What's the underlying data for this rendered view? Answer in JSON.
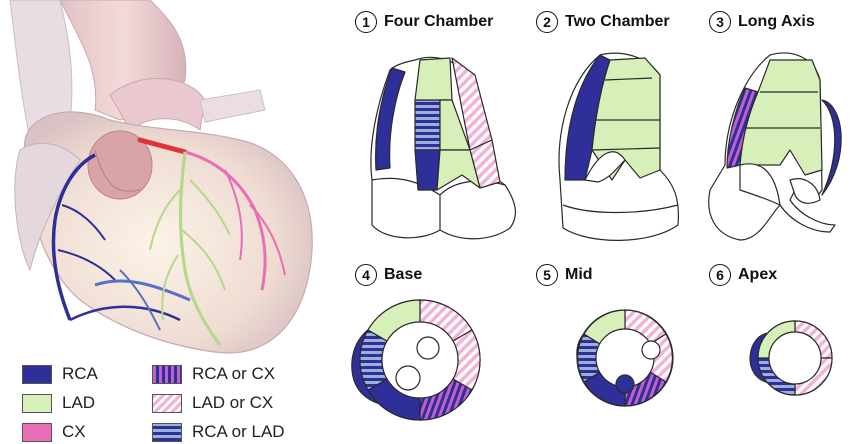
{
  "colors": {
    "rca": "#2e2f98",
    "lad": "#d7efb9",
    "cx": "#e86fb5",
    "rca_cx_stripe": "#c35fc8",
    "lad_cx_stripe": "#f4b1d6",
    "rca_lad_stripe": "#9ab0d8",
    "outline": "#2a2a2a"
  },
  "legend": [
    {
      "key": "rca",
      "label": "RCA",
      "pattern": "solid-rca"
    },
    {
      "key": "lad",
      "label": "LAD",
      "pattern": "solid-lad"
    },
    {
      "key": "cx",
      "label": "CX",
      "pattern": "solid-cx"
    },
    {
      "key": "rca_cx",
      "label": "RCA or CX",
      "pattern": "stripe-rca-cx"
    },
    {
      "key": "lad_cx",
      "label": "LAD or CX",
      "pattern": "stripe-lad-cx"
    },
    {
      "key": "rca_lad",
      "label": "RCA or LAD",
      "pattern": "stripe-rca-lad"
    }
  ],
  "views": [
    {
      "number": "1",
      "title": "Four Chamber"
    },
    {
      "number": "2",
      "title": "Two Chamber"
    },
    {
      "number": "3",
      "title": "Long Axis"
    },
    {
      "number": "4",
      "title": "Base"
    },
    {
      "number": "5",
      "title": "Mid"
    },
    {
      "number": "6",
      "title": "Apex"
    }
  ]
}
